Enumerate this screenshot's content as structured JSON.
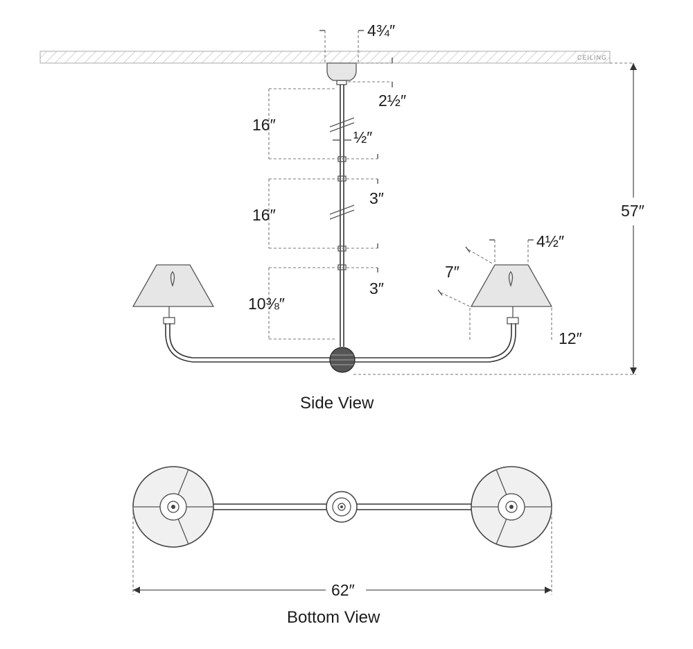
{
  "ceiling_label": "CEILING",
  "views": {
    "side_title": "Side View",
    "bottom_title": "Bottom View"
  },
  "dimensions": {
    "canopy_width": "4¾″",
    "canopy_height": "2½″",
    "stem_upper": "16″",
    "stem_diameter": "½″",
    "stem_middle": "16″",
    "stem_joint_upper": "3″",
    "stem_lower": "10⅜″",
    "stem_joint_lower": "3″",
    "overall_height": "57″",
    "shade_top": "4½″",
    "shade_height": "7″",
    "arm_height": "12″",
    "overall_width": "62″"
  }
}
